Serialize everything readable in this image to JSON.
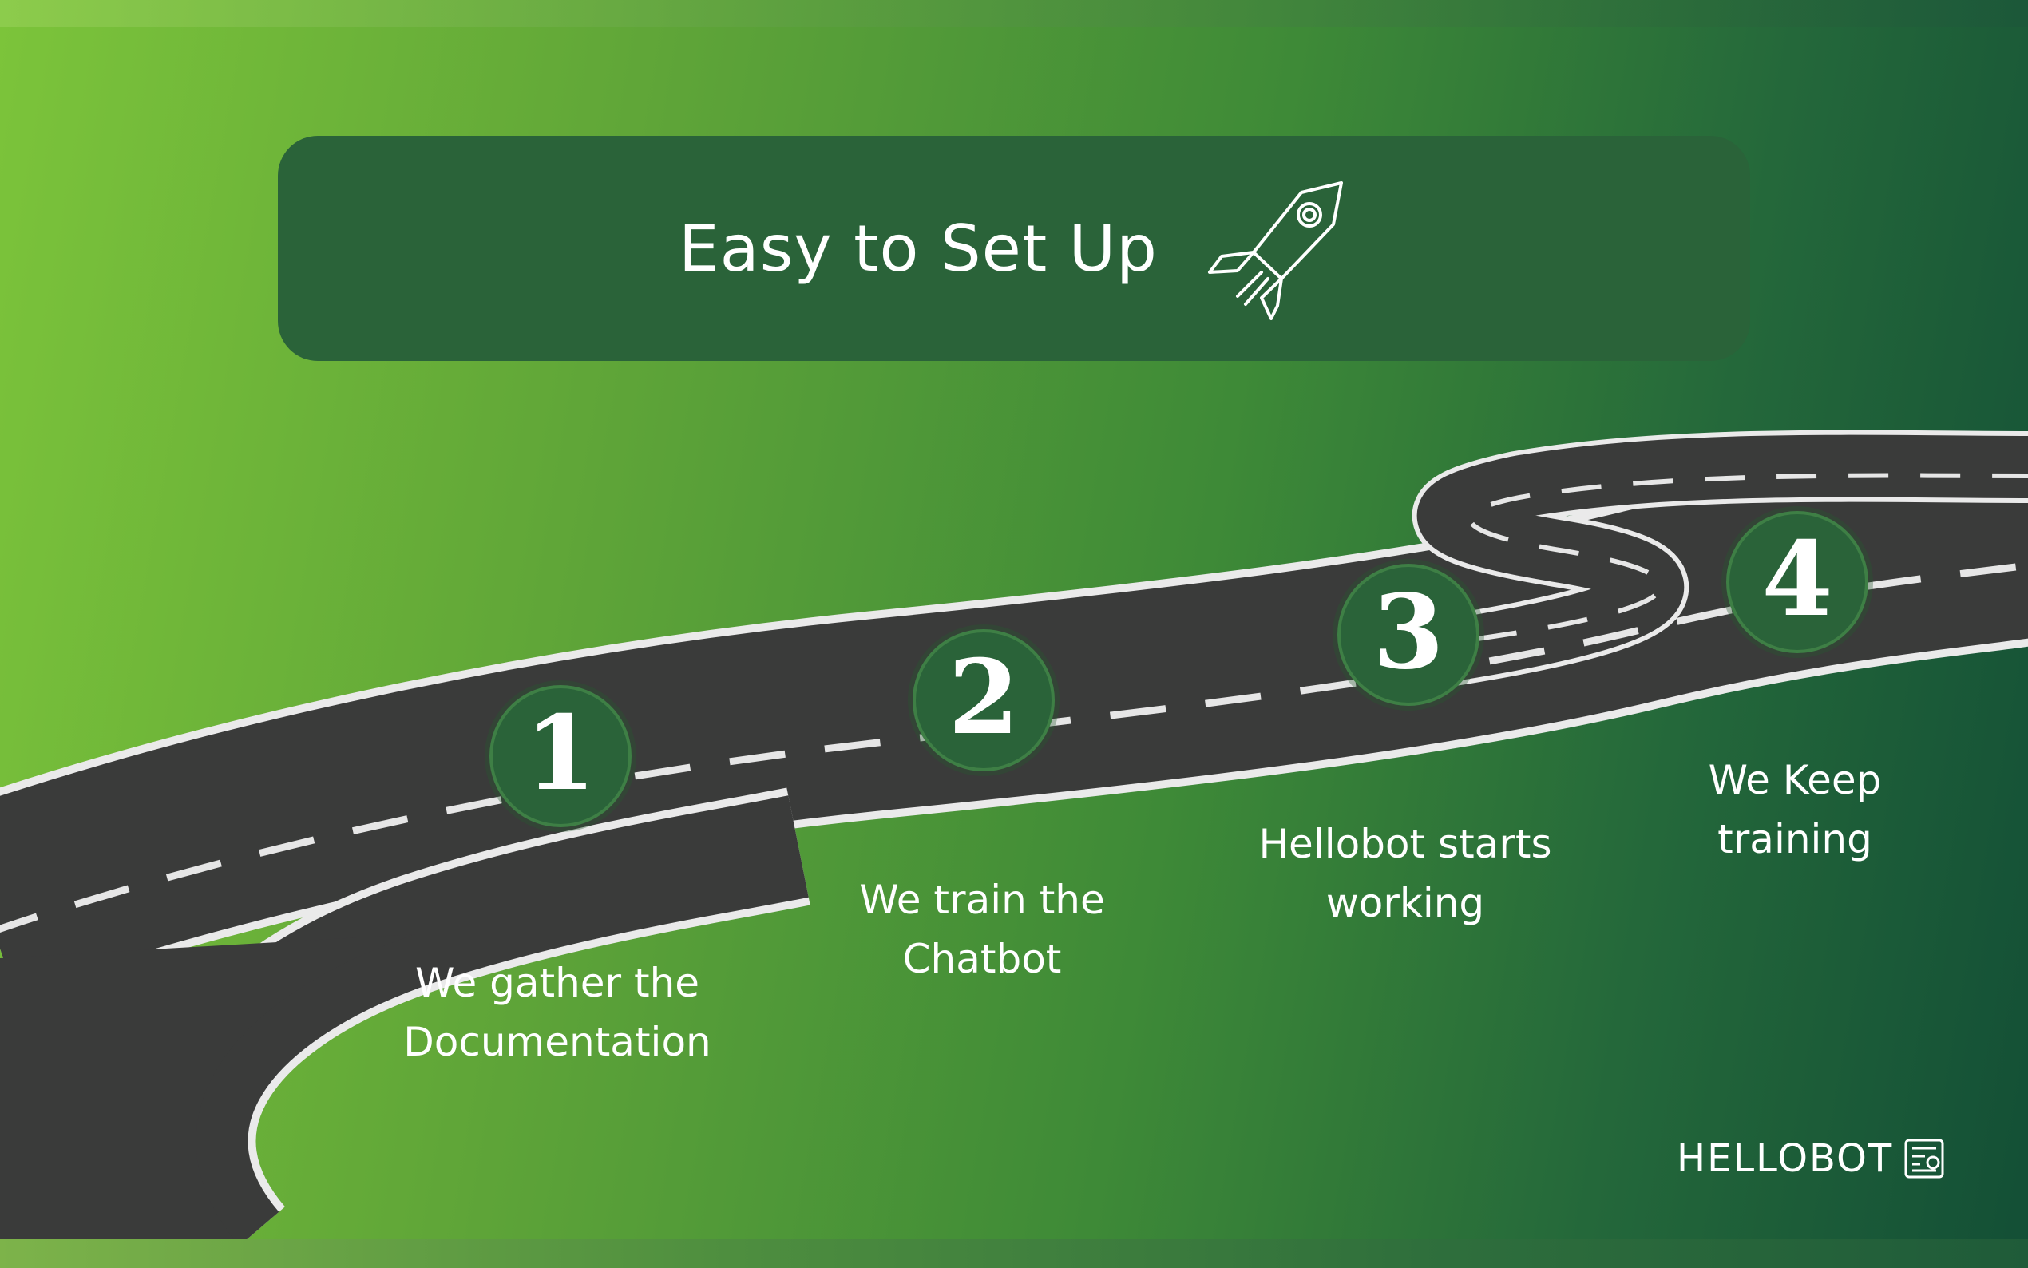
{
  "slide": {
    "title": "Easy to Set Up",
    "title_icon": "rocket-icon",
    "brand": "HELLOBOT",
    "brand_icon": "robot-board-icon"
  },
  "steps": [
    {
      "number": "1",
      "line1": "We gather the",
      "line2": "Documentation"
    },
    {
      "number": "2",
      "line1": "We train the",
      "line2": "Chatbot"
    },
    {
      "number": "3",
      "line1": "Hellobot starts",
      "line2": "working"
    },
    {
      "number": "4",
      "line1": "We Keep",
      "line2": "training"
    }
  ],
  "colors": {
    "panel": "#2a6339",
    "road": "#3a3b3a",
    "text": "#ffffff"
  }
}
